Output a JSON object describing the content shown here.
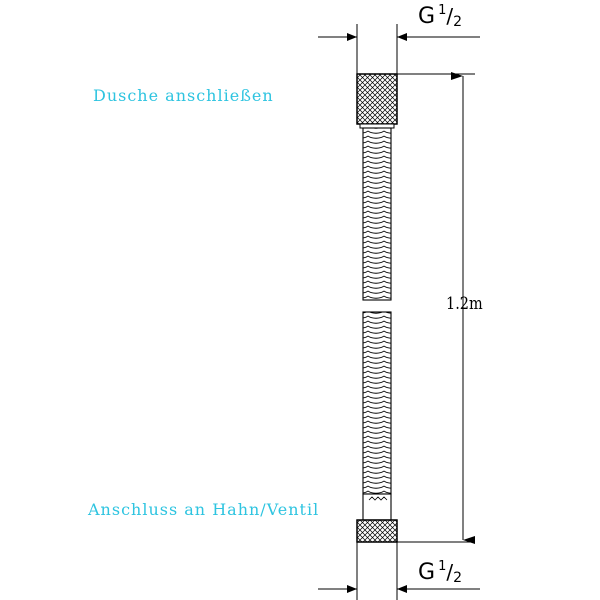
{
  "labels": {
    "top_connection": "Dusche anschließen",
    "bottom_connection": "Anschluss an Hahn/Ventil",
    "length": "1.2m",
    "top_thread": {
      "prefix": "G",
      "numerator": "1",
      "slash": "/",
      "denominator": "2"
    },
    "bottom_thread": {
      "prefix": "G",
      "numerator": "1",
      "slash": "/",
      "denominator": "2"
    }
  },
  "colors": {
    "line": "#000000",
    "label_accent": "#2ec4e0",
    "background": "#ffffff"
  }
}
